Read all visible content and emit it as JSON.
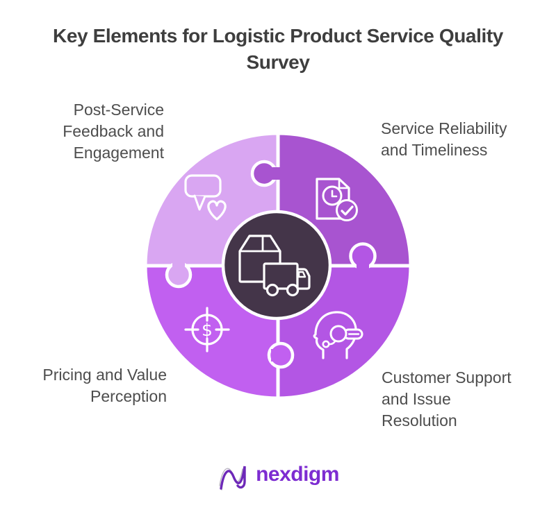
{
  "title": {
    "line1": "Key Elements for Logistic Product Service Quality",
    "line2": "Survey"
  },
  "labels": {
    "top_left": {
      "lines": [
        "Post-Service",
        "Feedback and",
        "Engagement"
      ]
    },
    "top_right": {
      "lines": [
        "Service Reliability",
        "and Timeliness"
      ]
    },
    "bottom_left": {
      "lines": [
        "Pricing and Value",
        "Perception"
      ]
    },
    "bottom_right": {
      "lines": [
        "Customer Support",
        "and Issue",
        "Resolution"
      ]
    }
  },
  "diagram": {
    "type": "puzzle-circle-4-quadrants",
    "center_icon": "package-truck-icon",
    "quadrants": [
      {
        "position": "top-left",
        "icon": "chat-heart-icon",
        "label": "Post-Service Feedback and Engagement"
      },
      {
        "position": "top-right",
        "icon": "document-clock-check-icon",
        "label": "Service Reliability and Timeliness"
      },
      {
        "position": "bottom-left",
        "icon": "dollar-target-icon",
        "label": "Pricing and Value Perception"
      },
      {
        "position": "bottom-right",
        "icon": "support-agent-icon",
        "label": "Customer Support and Issue Resolution"
      }
    ],
    "dollar_symbol": "$"
  },
  "colors": {
    "background": "#ffffff",
    "quadrant_tl": "#d9a6f2",
    "quadrant_tr": "#a854d0",
    "quadrant_bl": "#c160f0",
    "quadrant_br": "#b356e4",
    "center_bg": "#443549",
    "icon_stroke": "#ffffff",
    "title_text": "#3e3e3e",
    "label_text": "#4d4d4d",
    "logo_purple": "#7d2cd1",
    "logo_gray": "#b9b4c2"
  },
  "footer": {
    "logo_text": "nexdigm"
  }
}
